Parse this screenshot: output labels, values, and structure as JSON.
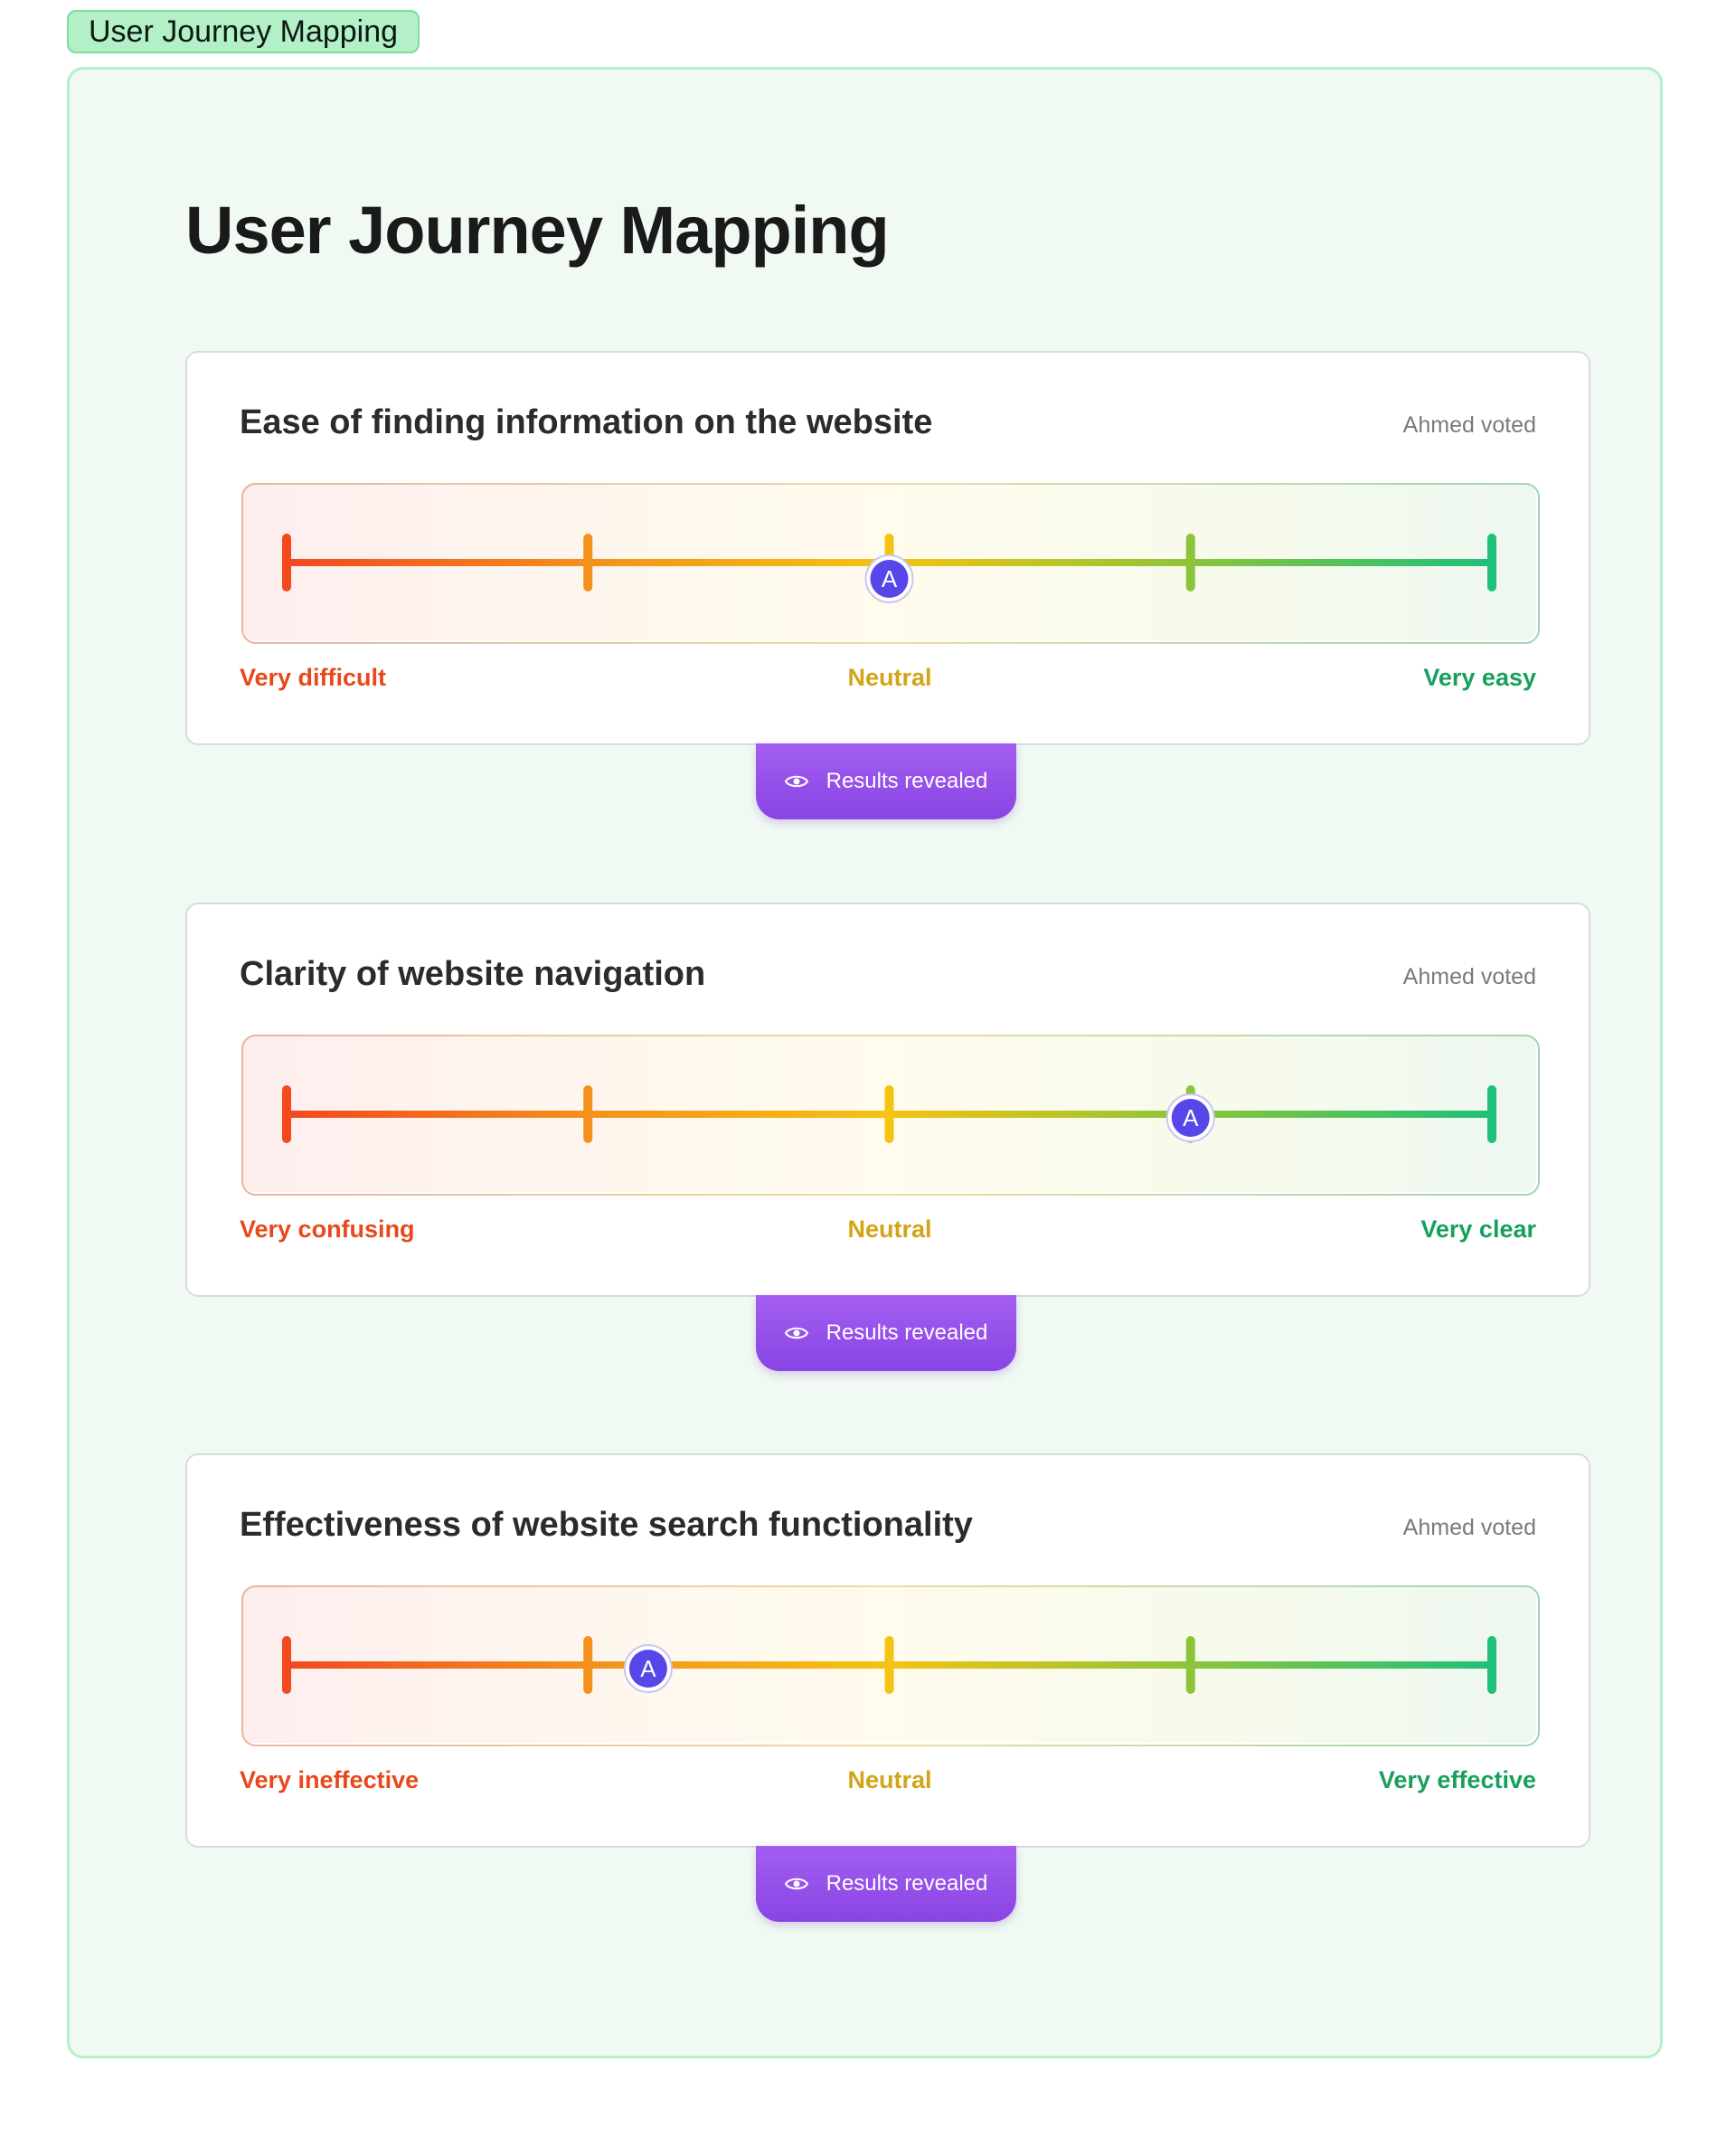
{
  "frame": {
    "tag_label": "User Journey Mapping"
  },
  "page": {
    "title": "User Journey Mapping"
  },
  "colors": {
    "scale_start": "#f2491f",
    "scale_quarter": "#f4901c",
    "scale_mid": "#f5c312",
    "scale_three_quarter": "#8cc43a",
    "scale_end": "#1ec07a",
    "marker": "#5747e8",
    "reveal_button": "#9a55ee"
  },
  "cards": [
    {
      "title": "Ease of finding information on the website",
      "voted_text": "Ahmed voted",
      "label_left": "Very difficult",
      "label_mid": "Neutral",
      "label_right": "Very easy",
      "vote_value": 0.5,
      "marker_initial": "A",
      "reveal_label": "Results revealed"
    },
    {
      "title": "Clarity of website navigation",
      "voted_text": "Ahmed voted",
      "label_left": "Very confusing",
      "label_mid": "Neutral",
      "label_right": "Very clear",
      "vote_value": 0.75,
      "marker_initial": "A",
      "reveal_label": "Results revealed"
    },
    {
      "title": "Effectiveness of website search functionality",
      "voted_text": "Ahmed voted",
      "label_left": "Very ineffective",
      "label_mid": "Neutral",
      "label_right": "Very effective",
      "vote_value": 0.3,
      "marker_initial": "A",
      "reveal_label": "Results revealed"
    }
  ]
}
